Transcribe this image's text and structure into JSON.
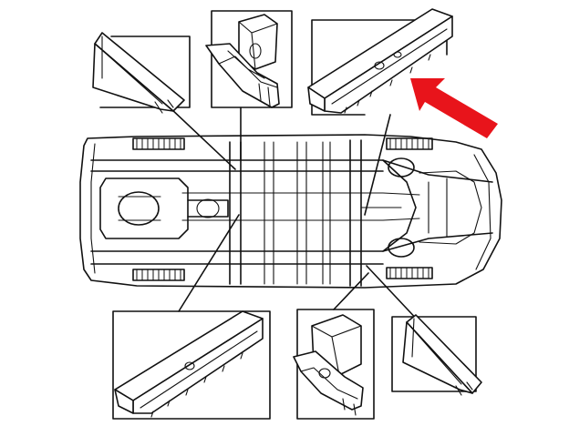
{
  "diagram": {
    "subject": "vehicle-underbody-chassis-frame",
    "callout_count": 6,
    "highlight": {
      "icon": "arrow-icon",
      "color": "#e8141b",
      "points_to": "front-right-sill-rail"
    }
  },
  "colors": {
    "line": "#111111",
    "background": "#ffffff",
    "highlight": "#e8141b"
  }
}
